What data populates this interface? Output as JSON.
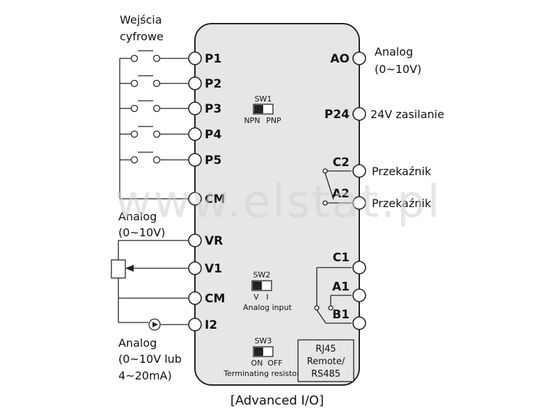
{
  "watermark": "www.elstat.pl",
  "caption": "[Advanced I/O]",
  "left_labels": {
    "digital_inputs": [
      "Wejścia",
      "cyfrowe"
    ],
    "analog_in": [
      "Analog",
      "(0~10V)"
    ],
    "analog_i2": [
      "Analog",
      "(0~10V lub",
      "4~20mA)"
    ]
  },
  "right_labels": {
    "analog_out": [
      "Analog",
      "(0~10V)"
    ],
    "supply": "24V zasilanie",
    "relay1": "Przekaźnik",
    "relay2": "Przekaźnik"
  },
  "terminals": {
    "left": [
      "P1",
      "P2",
      "P3",
      "P4",
      "P5",
      "CM",
      "VR",
      "V1",
      "CM",
      "I2"
    ],
    "right": [
      "AO",
      "P24",
      "C2",
      "A2",
      "C1",
      "A1",
      "B1"
    ]
  },
  "switches": {
    "sw1": {
      "name": "SW1",
      "left": "NPN",
      "right": "PNP"
    },
    "sw2": {
      "name": "SW2",
      "left": "V",
      "right": "I",
      "caption": "Analog input"
    },
    "sw3": {
      "name": "SW3",
      "left": "ON",
      "right": "OFF",
      "caption": "Terminating resistor"
    }
  },
  "rj45": [
    "RJ45",
    "Remote/",
    "RS485"
  ]
}
